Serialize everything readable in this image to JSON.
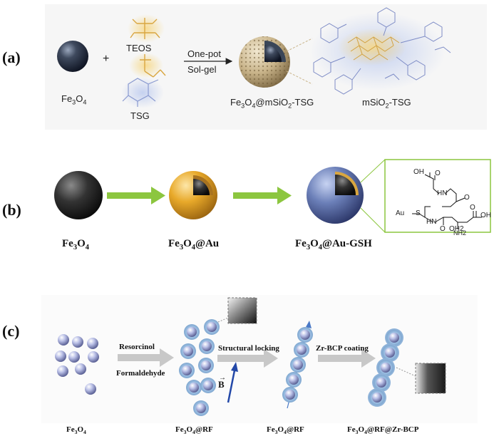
{
  "panels": {
    "a": {
      "letter": "(a)",
      "fe3o4": "Fe3O4",
      "plus": "+",
      "teos": "TEOS",
      "tsg": "TSG",
      "step_top": "One-pot",
      "step_bottom": "Sol-gel",
      "product": "Fe3O4@mSiO2-TSG",
      "zoom": "mSiO2-TSG"
    },
    "b": {
      "letter": "(b)",
      "core": "Fe3O4",
      "gold": "Fe3O4@Au",
      "gsh": "Fe3O4@Au-GSH",
      "chem": {
        "oh1": "OH",
        "o1": "O",
        "hn1": "HN",
        "o2": "O",
        "au": "Au",
        "s": "S",
        "hn2": "HN",
        "o3": "O",
        "oh2": "OH",
        "nh2": "NH2",
        "o4": "O",
        "oh2b": "OH2"
      }
    },
    "c": {
      "letter": "(c)",
      "reagent1": "Resorcinol",
      "reagent2": "Formaldehyde",
      "step2": "Structural locking",
      "step3": "Zr-BCP coating",
      "field": "B",
      "label1": "Fe3O4",
      "label2": "Fe3O4@RF",
      "label3": "Fe3O4@RF",
      "label4": "Fe3O4@RF@Zr-BCP"
    }
  },
  "colors": {
    "arrow_green": "#8cc63f",
    "arrow_gray": "#c8c8c8",
    "gold": "#e8a92a",
    "blue_shell": "#6b7fb8",
    "dark_core": "#2c2c2c"
  }
}
